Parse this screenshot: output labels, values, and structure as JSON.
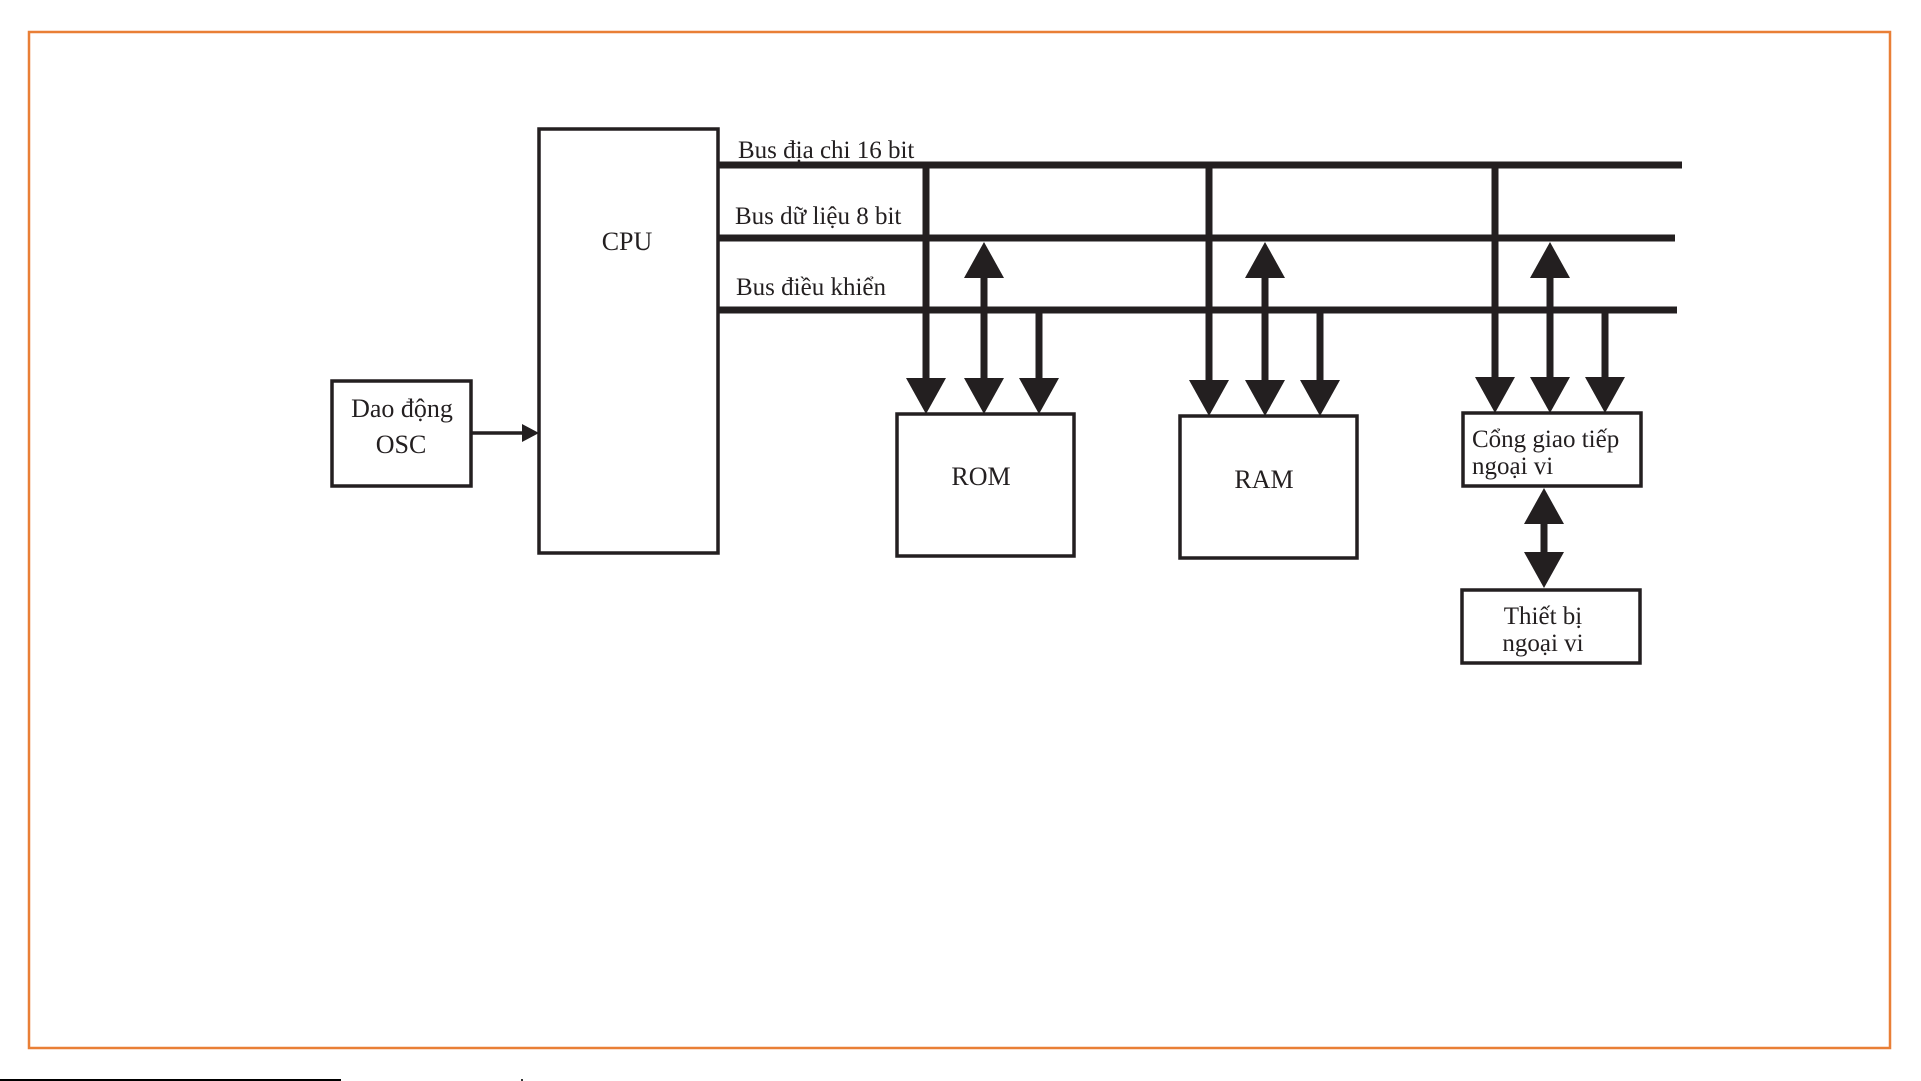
{
  "frame": {
    "border_color": "#E97F36"
  },
  "colors": {
    "ink": "#231F20"
  },
  "diagram": {
    "title": "",
    "buses": {
      "address": {
        "label": "Bus địa chi 16 bit"
      },
      "data": {
        "label": "Bus dữ liệu 8 bit"
      },
      "control": {
        "label": "Bus điều khiển"
      }
    },
    "blocks": {
      "osc": {
        "line1": "Dao động",
        "line2": "OSC"
      },
      "cpu": {
        "label": "CPU"
      },
      "rom": {
        "label": "ROM"
      },
      "ram": {
        "label": "RAM"
      },
      "port": {
        "line1": "Cổng giao tiếp",
        "line2": "ngoại vi"
      },
      "device": {
        "line1": "Thiết bị",
        "line2": "ngoại vi"
      }
    },
    "connections": [
      {
        "from": "osc",
        "to": "cpu",
        "type": "one-way"
      },
      {
        "from": "cpu",
        "to": "address-bus",
        "type": "line"
      },
      {
        "from": "cpu",
        "to": "data-bus",
        "type": "line"
      },
      {
        "from": "cpu",
        "to": "control-bus",
        "type": "line"
      },
      {
        "from": "address-bus",
        "to": "rom",
        "type": "one-way"
      },
      {
        "from": "data-bus",
        "to": "rom",
        "type": "two-way"
      },
      {
        "from": "control-bus",
        "to": "rom",
        "type": "one-way"
      },
      {
        "from": "address-bus",
        "to": "ram",
        "type": "one-way"
      },
      {
        "from": "data-bus",
        "to": "ram",
        "type": "two-way"
      },
      {
        "from": "control-bus",
        "to": "ram",
        "type": "one-way"
      },
      {
        "from": "address-bus",
        "to": "port",
        "type": "one-way"
      },
      {
        "from": "data-bus",
        "to": "port",
        "type": "two-way"
      },
      {
        "from": "control-bus",
        "to": "port",
        "type": "one-way"
      },
      {
        "from": "port",
        "to": "device",
        "type": "two-way"
      }
    ]
  }
}
